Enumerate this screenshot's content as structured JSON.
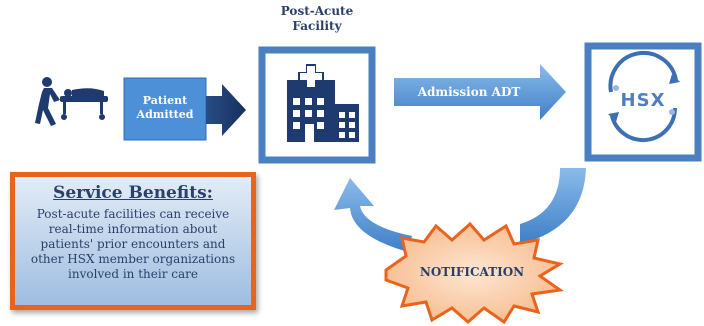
{
  "facility_title": [
    "Post-Acute",
    "Facility"
  ],
  "patient_admitted": [
    "Patient",
    "Admitted"
  ],
  "admission_adt": "Admission ADT",
  "hsx_logo_text": "HSX",
  "notification": "NOTIFICATION",
  "service_benefits": {
    "title": "Service Benefits:",
    "lines": [
      "Post-acute facilities can receive",
      "real-time information about",
      "patients' prior encounters and",
      "other HSX member organizations",
      "involved in their care"
    ]
  },
  "colors": {
    "navy": "#1f3a6e",
    "arrow_blue": "#5b96d6",
    "box_border": "#4a7fc1",
    "orange": "#e8641c",
    "notification_fill": "#fbd7b6"
  }
}
